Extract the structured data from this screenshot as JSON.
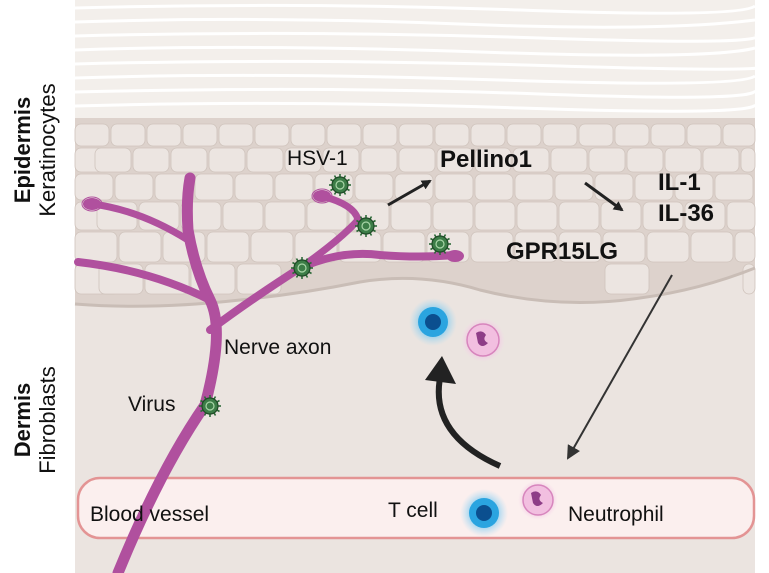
{
  "sidebar": {
    "epidermis_title": "Epidermis",
    "epidermis_sub": "Keratinocytes",
    "dermis_title": "Dermis",
    "dermis_sub": "Fibroblasts"
  },
  "labels": {
    "hsv": "HSV-1",
    "pellino": "Pellino1",
    "il1": "IL-1",
    "il36": "IL-36",
    "gpr": "GPR15LG",
    "nerve": "Nerve axon",
    "virus": "Virus",
    "vessel": "Blood vessel",
    "tcell": "T cell",
    "neutrophil": "Neutrophil"
  },
  "colors": {
    "stratum_corneum": "#f1ece8",
    "epidermis": "#e3d9d4",
    "cell_fill": "#ece5e1",
    "dermis": "#eae3df",
    "nerve": "#b0509e",
    "virus": "#2f6b3a",
    "tcell": "#1d8ed0",
    "neutrophil": "#e392c8",
    "vessel_stroke": "#e08a8a",
    "vessel_fill": "#fbeeee"
  }
}
